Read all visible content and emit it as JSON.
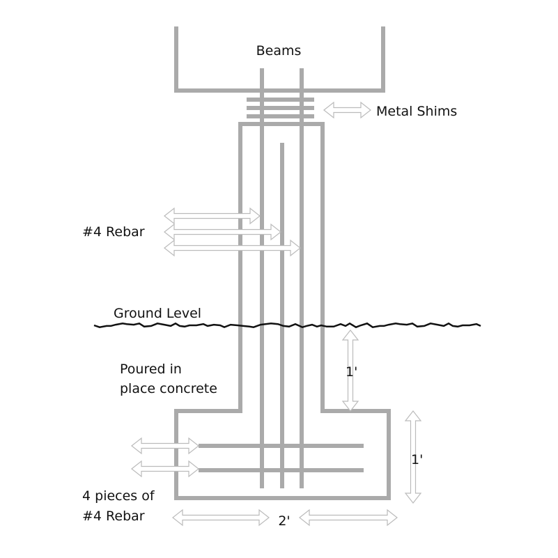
{
  "labels": {
    "beams": "Beams",
    "metal_shims": "Metal Shims",
    "rebar": "#4 Rebar",
    "ground_level": "Ground Level",
    "poured_line1": "Poured in",
    "poured_line2": "place concrete",
    "depth_dim": "1'",
    "footing_height_dim": "1'",
    "pieces_line1": "4 pieces of",
    "pieces_line2": "#4 Rebar",
    "footing_width_dim": "2'"
  },
  "colors": {
    "structure": "#aaaaaa",
    "arrow_outline": "#bbbbbb",
    "ground_line": "#111111",
    "text": "#111111"
  }
}
